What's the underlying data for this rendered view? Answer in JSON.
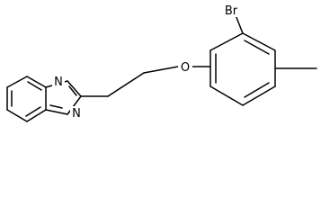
{
  "molecule": {
    "atoms": {
      "bromine": "Br",
      "pyridine_nitrogen": "N",
      "imidazole_nitrogen": "N",
      "ether_oxygen": "O"
    },
    "colors": {
      "bond": "#000000",
      "label": "#000000",
      "background": "#ffffff"
    }
  }
}
